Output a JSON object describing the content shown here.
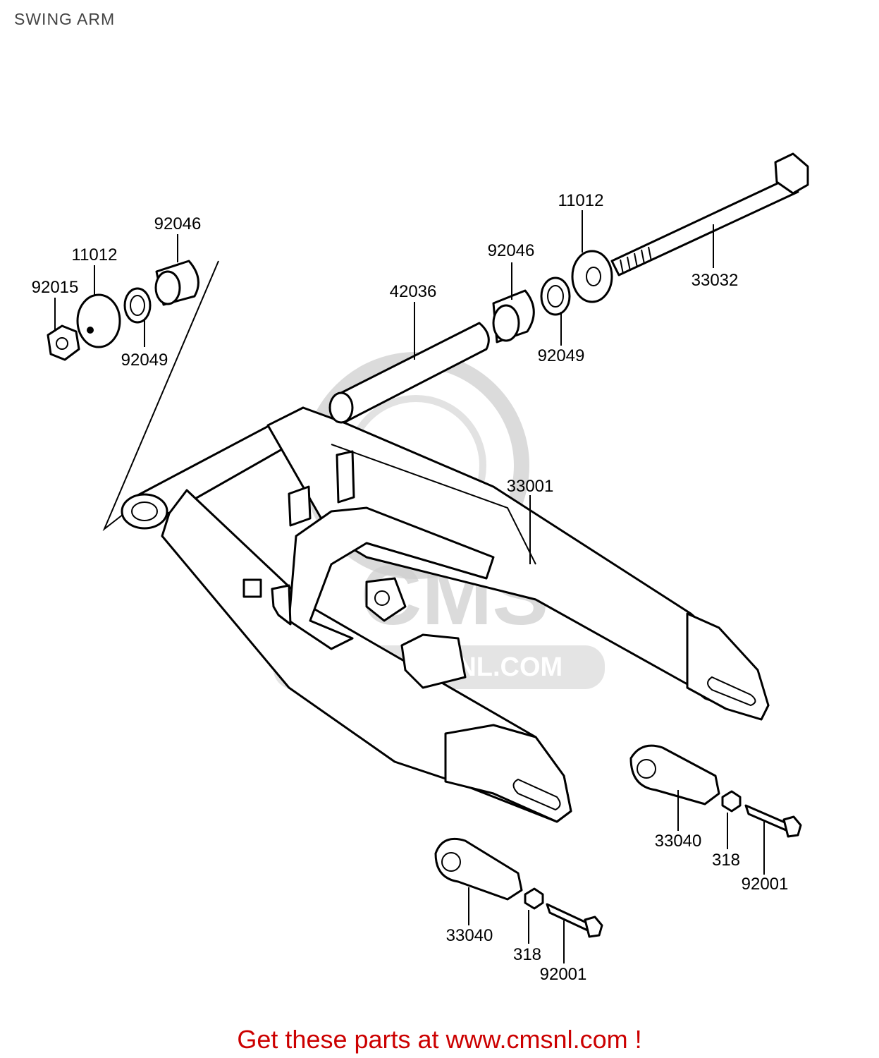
{
  "title": "SWING ARM",
  "colors": {
    "footer_text": "#cc0000",
    "watermark": "#cccccc",
    "line": "#000000"
  },
  "watermark": {
    "text": "CMS",
    "url": "WWW.CMSNL.COM"
  },
  "footer": {
    "text": "Get these parts at www.cmsnl.com !"
  },
  "parts": [
    {
      "number": "92046"
    },
    {
      "number": "11012"
    },
    {
      "number": "92015"
    },
    {
      "number": "92049"
    },
    {
      "number": "42036"
    },
    {
      "number": "92046"
    },
    {
      "number": "11012"
    },
    {
      "number": "92049"
    },
    {
      "number": "33032"
    },
    {
      "number": "33001"
    },
    {
      "number": "33040"
    },
    {
      "number": "318"
    },
    {
      "number": "92001"
    },
    {
      "number": "33040"
    },
    {
      "number": "318"
    },
    {
      "number": "92001"
    }
  ]
}
